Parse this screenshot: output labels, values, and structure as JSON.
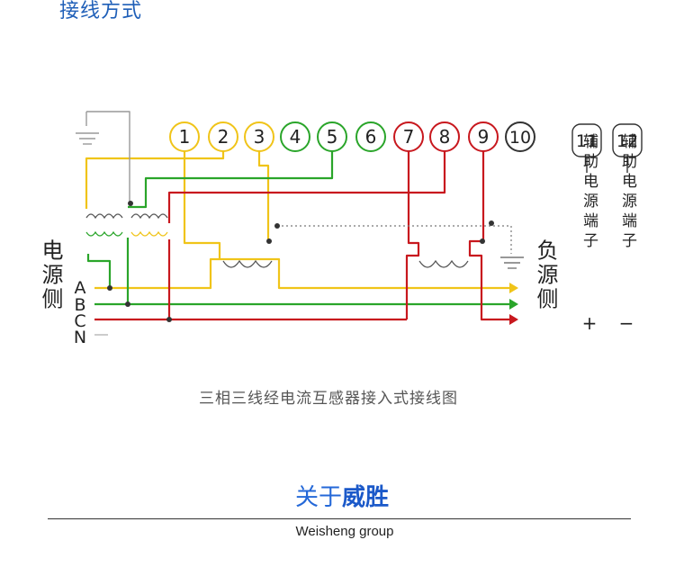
{
  "page": {
    "heading": "接线方式"
  },
  "diagram": {
    "terminals": [
      "1",
      "2",
      "3",
      "4",
      "5",
      "6",
      "7",
      "8",
      "9",
      "10"
    ],
    "aux_terminals": [
      "11",
      "12"
    ],
    "aux_label": "辅助电源端子",
    "aux_plus": "+",
    "aux_minus": "−",
    "source_side": "电源侧",
    "load_side": "负源侧",
    "phases": [
      "A",
      "B",
      "C",
      "N"
    ],
    "colors": {
      "yellow": "#f0c419",
      "green": "#2aa52a",
      "red": "#c8181e",
      "black": "#333333",
      "gray": "#888888"
    },
    "caption": "三相三线经电流互感器接入式接线图"
  },
  "footer": {
    "about_prefix": "关于",
    "about_brand": "威胜",
    "group": "Weisheng group"
  }
}
